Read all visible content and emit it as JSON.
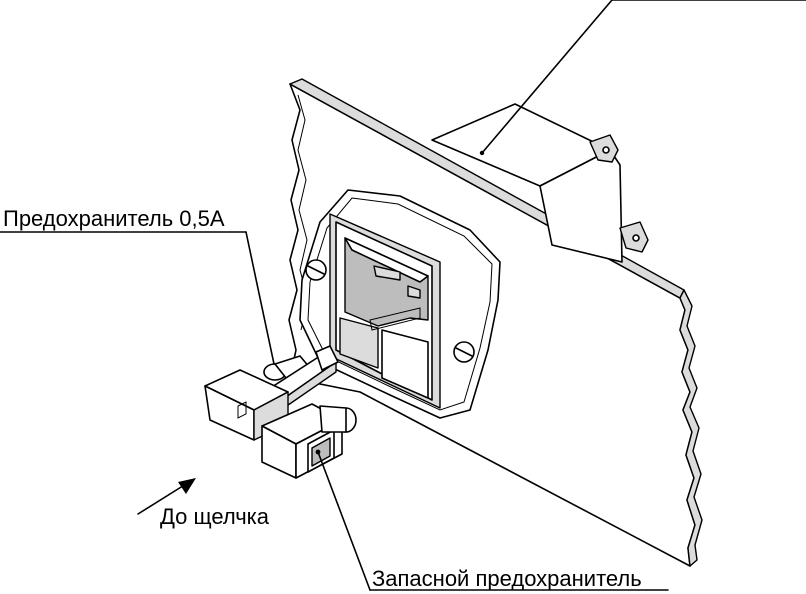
{
  "labels": {
    "fuse_label": "Предохранитель 0,5А",
    "direction_label": "До щелчка",
    "spare_fuse_label": "Запасной предохранитель"
  },
  "colors": {
    "ink": "#000000",
    "background": "#ffffff"
  }
}
